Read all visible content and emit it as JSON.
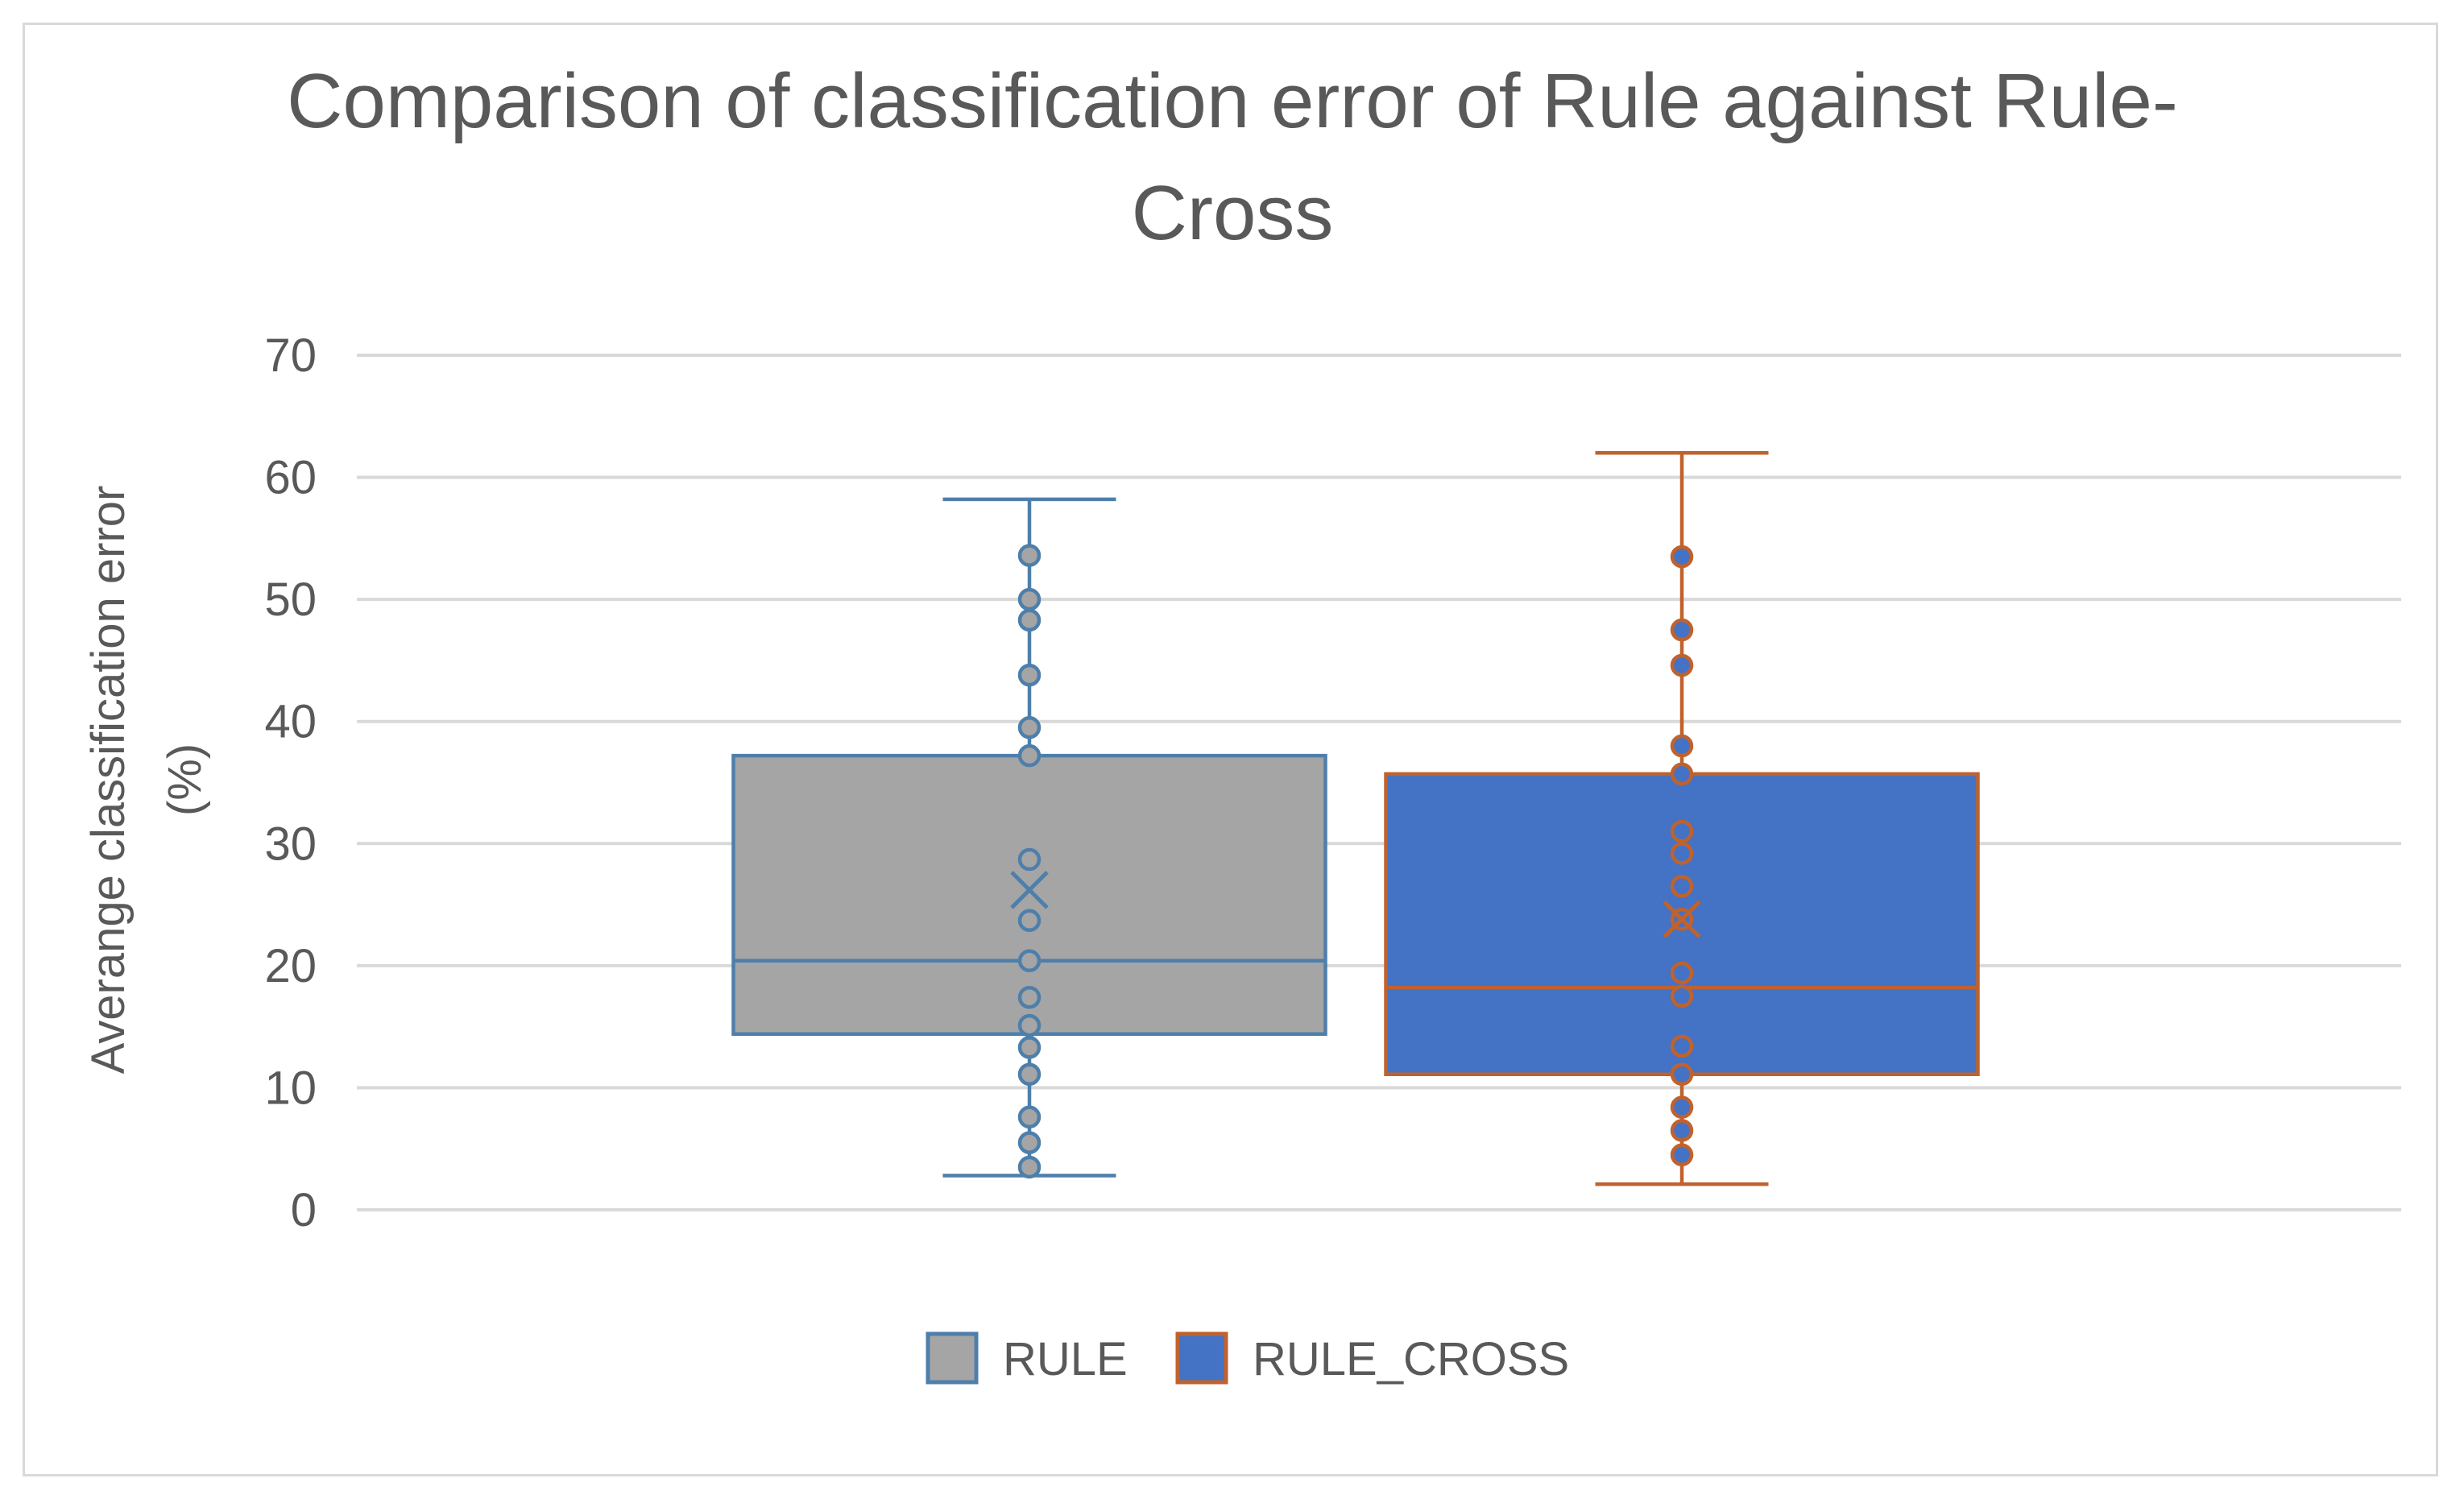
{
  "chart_data": {
    "type": "box",
    "title_lines": [
      "Comparison of classification error of Rule against Rule-",
      "Cross"
    ],
    "xlabel": "",
    "ylabel_lines": [
      "Averange classification error",
      "(%)"
    ],
    "ylim": [
      0,
      70
    ],
    "yticks": [
      0,
      10,
      20,
      30,
      40,
      50,
      60,
      70
    ],
    "grid": true,
    "legend_position": "bottom",
    "colors": {
      "grid": "#d9d9d9",
      "text": "#595959"
    },
    "series": [
      {
        "name": "RULE",
        "fill": "#a5a5a5",
        "stroke": "#4e7fab",
        "whisker_low": 2.8,
        "q1": 14.4,
        "median": 20.4,
        "q3": 37.2,
        "whisker_high": 58.2,
        "mean": 26.2,
        "points": [
          3.5,
          5.5,
          7.6,
          11.1,
          13.3,
          15.1,
          17.4,
          20.4,
          23.7,
          28.7,
          37.2,
          39.5,
          43.8,
          48.3,
          50.0,
          53.6
        ]
      },
      {
        "name": "RULE_CROSS",
        "fill": "#4472c4",
        "stroke": "#c0622d",
        "whisker_low": 2.1,
        "q1": 11.1,
        "median": 18.2,
        "q3": 35.7,
        "whisker_high": 62.0,
        "mean": 23.8,
        "points": [
          4.5,
          6.5,
          8.4,
          11.1,
          13.4,
          17.5,
          19.4,
          23.8,
          26.5,
          29.2,
          31.0,
          35.7,
          38.0,
          44.6,
          47.5,
          53.5
        ]
      }
    ]
  }
}
